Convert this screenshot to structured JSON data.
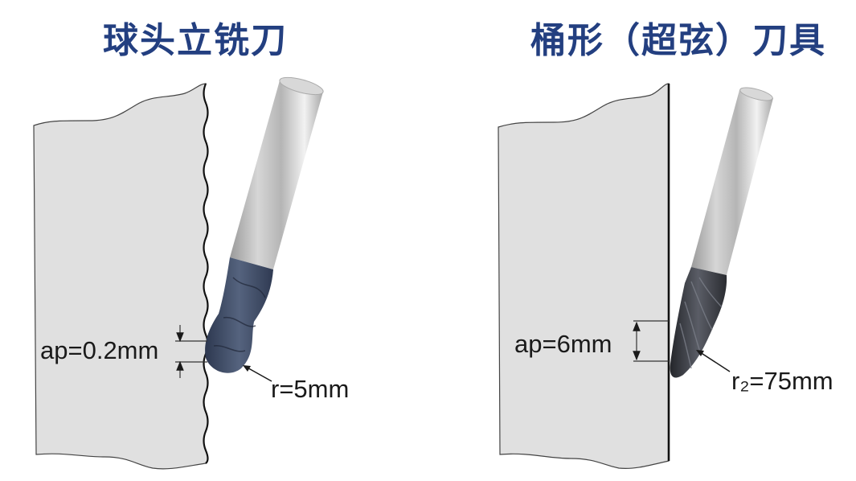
{
  "panels": [
    {
      "title": "球头立铣刀",
      "tool": "ball-nose-end-mill",
      "surface": "wavy",
      "ap_label": "ap=0.2mm",
      "radius_label": "r=5mm"
    },
    {
      "title": "桶形（超弦）刀具",
      "tool": "barrel-tool",
      "surface": "straight",
      "ap_label": "ap=6mm",
      "radius_label": "r₂=75mm"
    }
  ],
  "colors": {
    "title": "#233f80",
    "workpiece_fill": "#e0e0e0",
    "outline": "#1a1a1a",
    "shank": "#c4c4c4",
    "ball_head": "#3e4b63",
    "barrel_head": "#3a3d44"
  }
}
